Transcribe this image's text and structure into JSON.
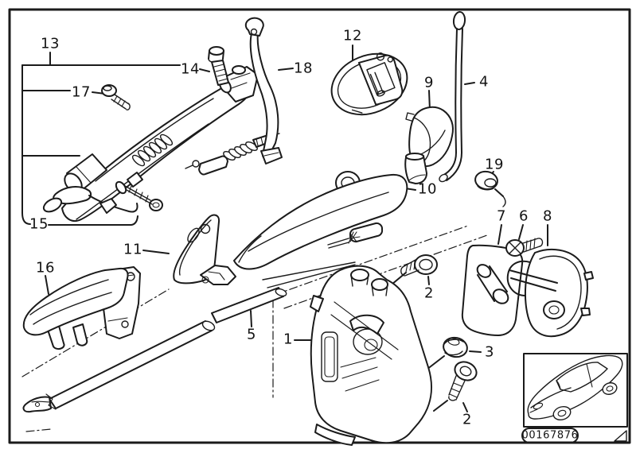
{
  "callouts": [
    {
      "label": "13"
    },
    {
      "label": "17"
    },
    {
      "label": "14"
    },
    {
      "label": "18"
    },
    {
      "label": "12"
    },
    {
      "label": "9"
    },
    {
      "label": "4"
    },
    {
      "label": "19"
    },
    {
      "label": "10"
    },
    {
      "label": "15"
    },
    {
      "label": "16"
    },
    {
      "label": "11"
    },
    {
      "label": "5"
    },
    {
      "label": "1"
    },
    {
      "label": "2"
    },
    {
      "label": "3"
    },
    {
      "label": "2"
    },
    {
      "label": "7"
    },
    {
      "label": "6"
    },
    {
      "label": "8"
    }
  ],
  "highlighted_callout": "12",
  "footer": {
    "part_number": "00167876"
  },
  "icons": {
    "triangle_marker": "triangle-icon",
    "car_thumbnail": "car-icon"
  },
  "colors": {
    "line": "#1b1b1b",
    "background": "#ffffff",
    "highlight_hatch": "#c4c4c4"
  }
}
